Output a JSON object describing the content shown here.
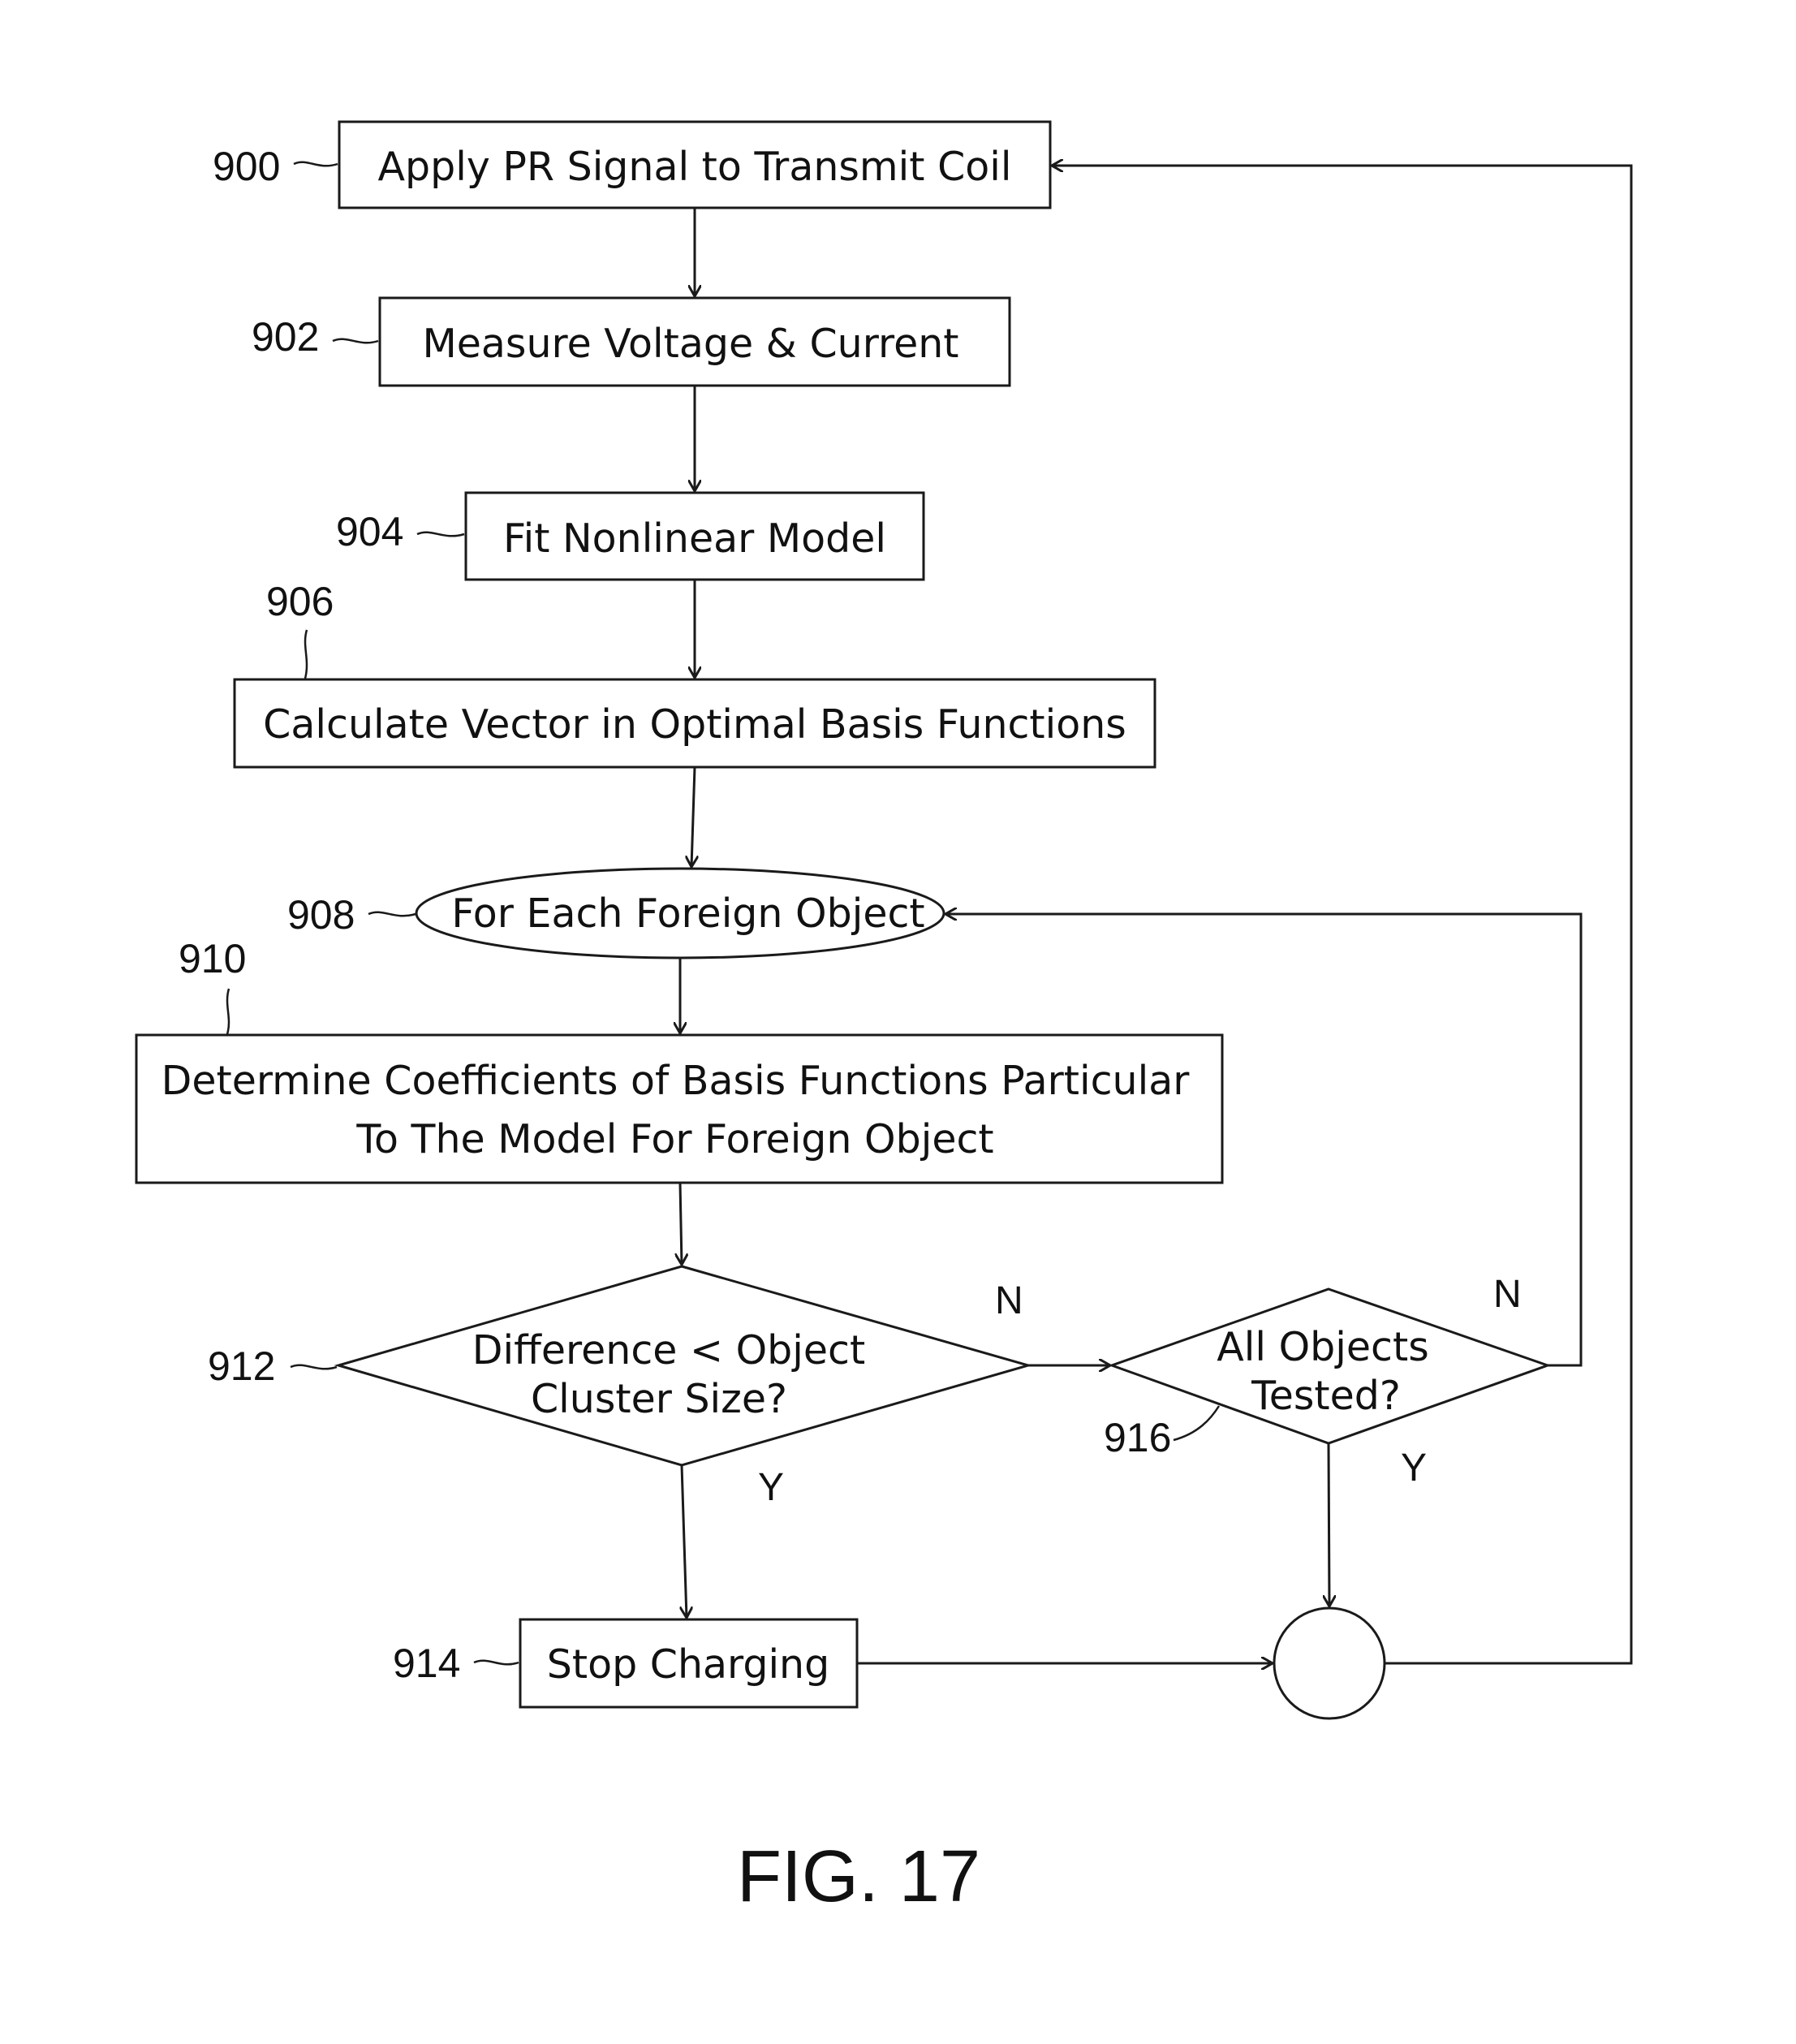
{
  "steps": {
    "s900": {
      "ref": "900",
      "label": "Apply PR Signal to Transmit Coil"
    },
    "s902": {
      "ref": "902",
      "label": "Measure Voltage & Current"
    },
    "s904": {
      "ref": "904",
      "label": "Fit Nonlinear Model"
    },
    "s906": {
      "ref": "906",
      "label": "Calculate Vector in Optimal Basis Functions"
    },
    "s908": {
      "ref": "908",
      "label": "For Each Foreign Object"
    },
    "s910": {
      "ref": "910",
      "line1": "Determine Coefficients of Basis Functions Particular",
      "line2": "To The Model For Foreign Object"
    },
    "s912": {
      "ref": "912",
      "line1": "Difference < Object",
      "line2": "Cluster Size?"
    },
    "s914": {
      "ref": "914",
      "label": "Stop Charging"
    },
    "s916": {
      "ref": "916",
      "line1": "All Objects",
      "line2": "Tested?"
    }
  },
  "branches": {
    "d912_no": "N",
    "d912_yes": "Y",
    "d916_no": "N",
    "d916_yes": "Y"
  },
  "figure_label": "FIG. 17"
}
